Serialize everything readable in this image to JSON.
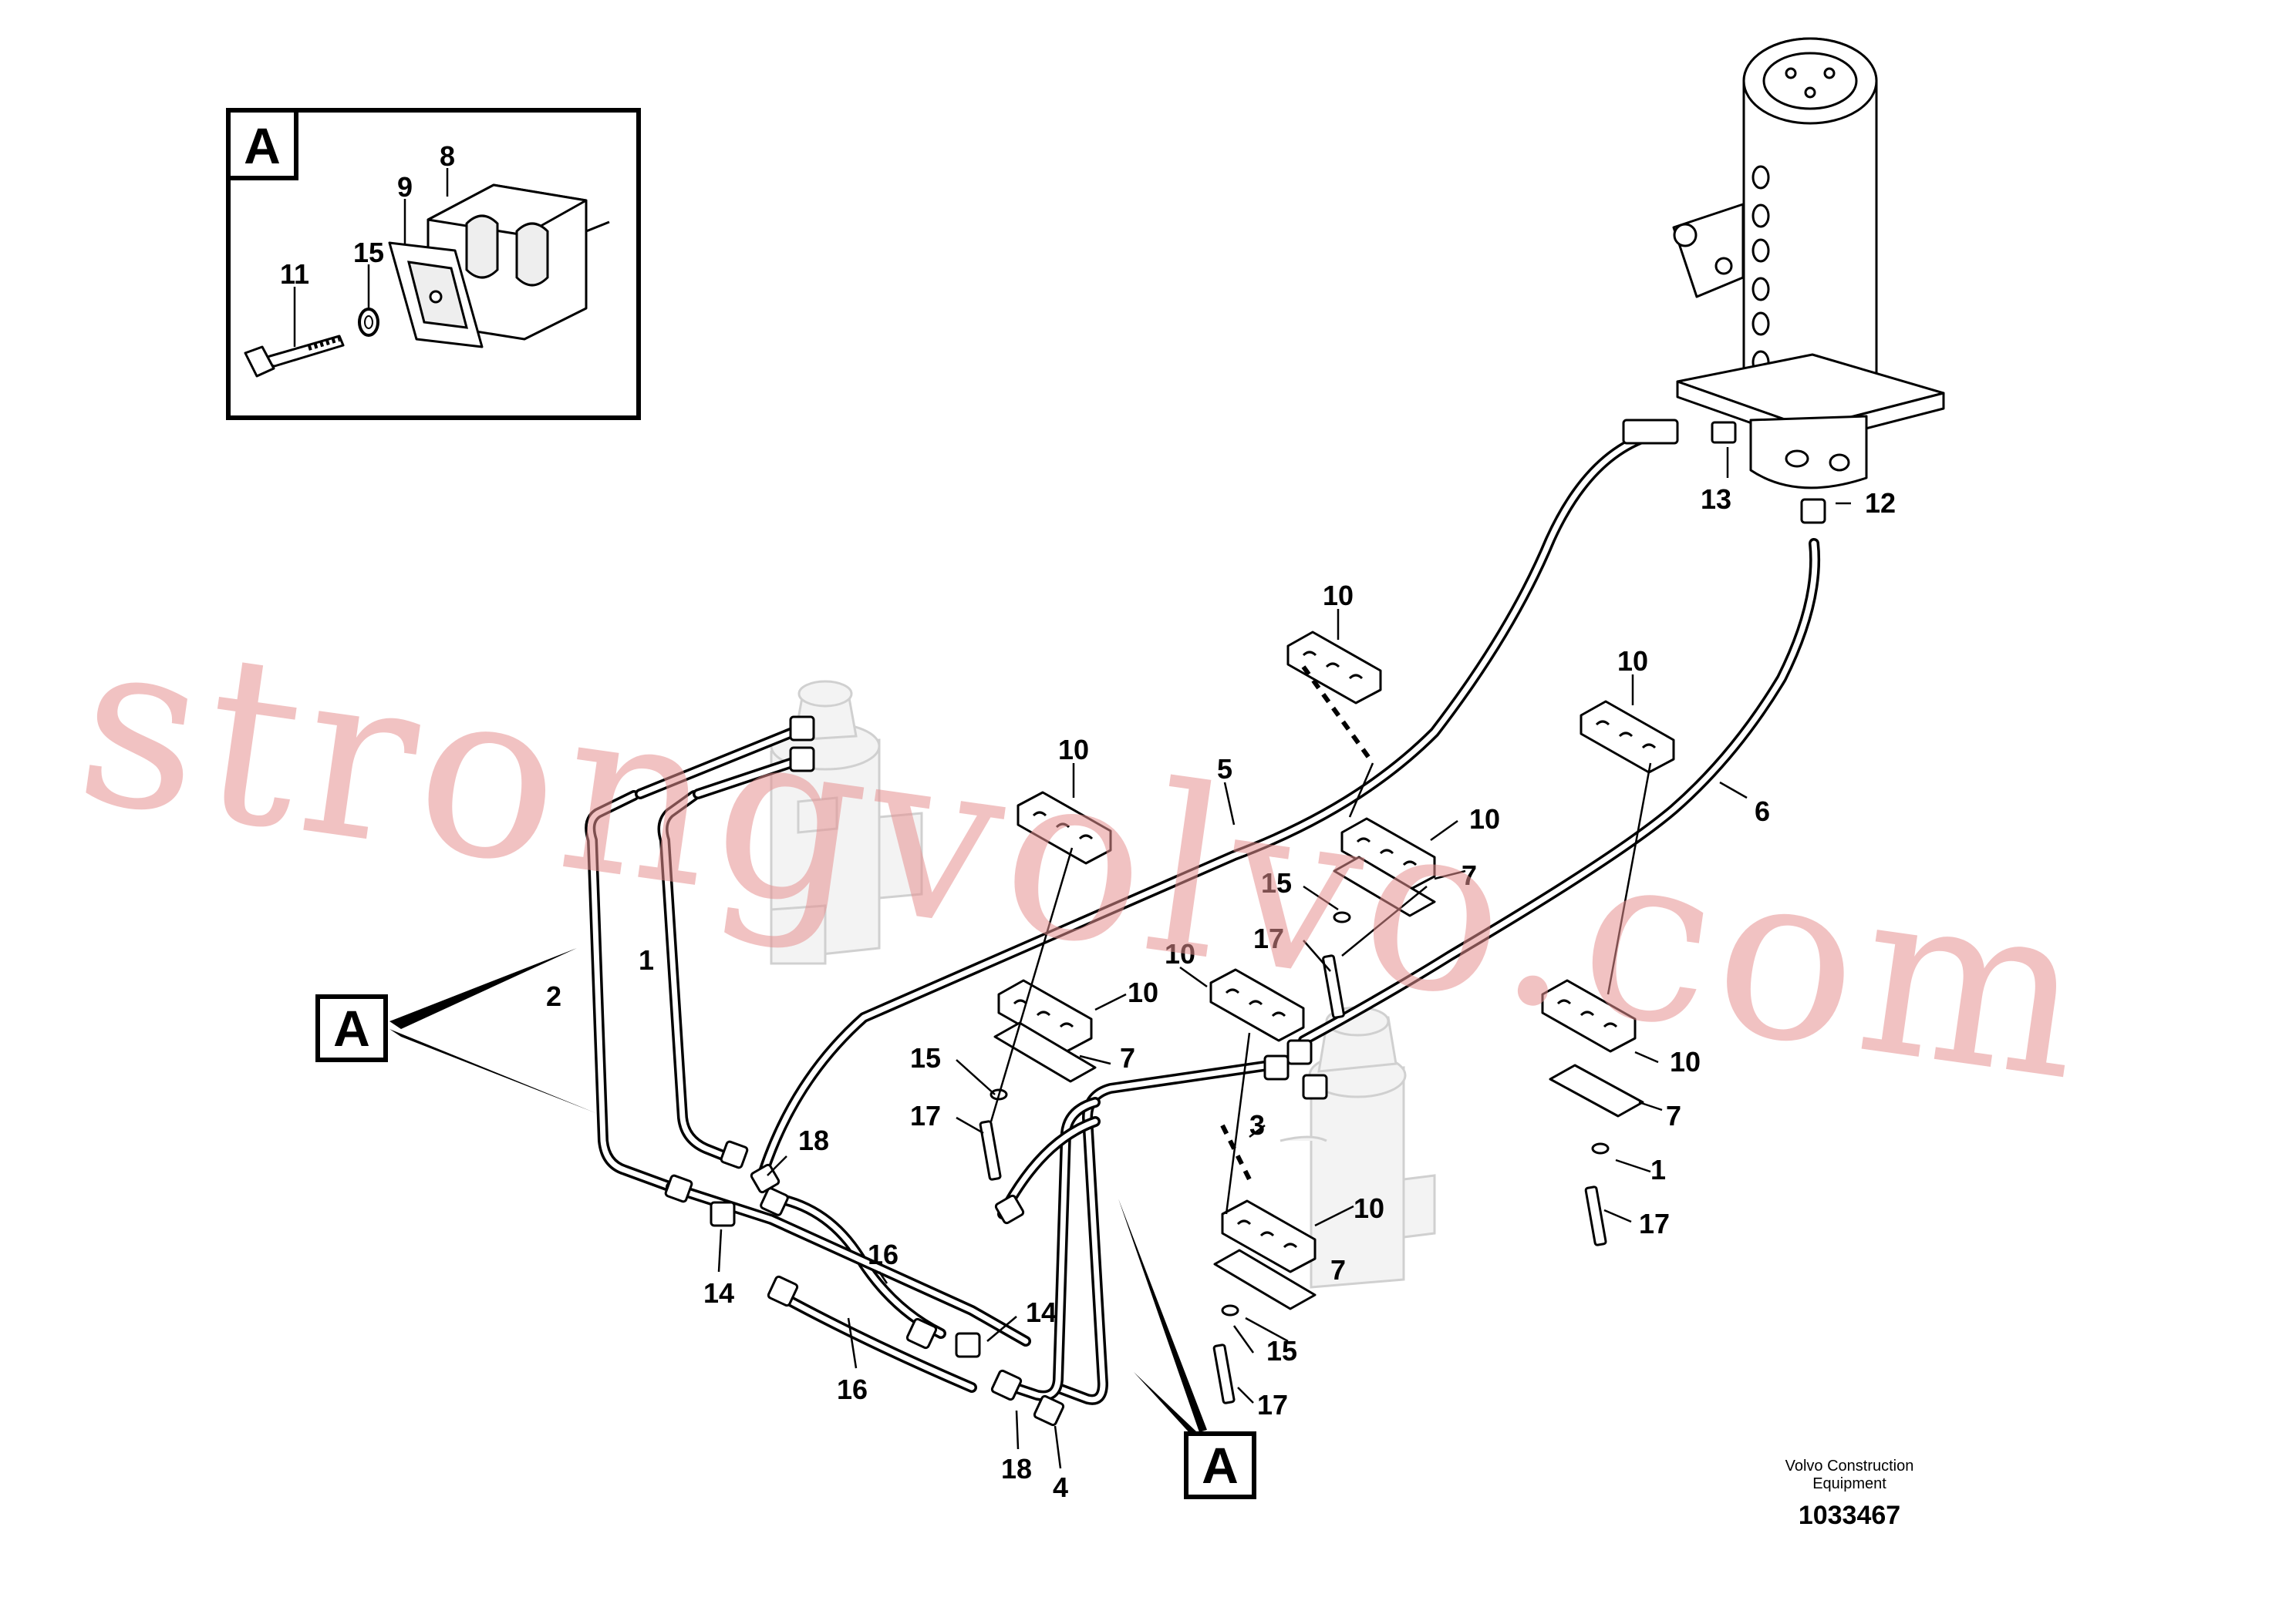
{
  "watermark": "strongvolvo.com",
  "detail_view": {
    "letter": "A"
  },
  "view_callouts": [
    "A",
    "A"
  ],
  "labels": {
    "inset_8": "8",
    "inset_9": "9",
    "inset_15": "15",
    "inset_11": "11",
    "p13": "13",
    "p12": "12",
    "p10_top": "10",
    "p10_right_top": "10",
    "p10_left": "10",
    "p10_mid": "10",
    "p10_center": "10",
    "p10_center2": "10",
    "p10_right": "10",
    "p10_lower": "10",
    "p5": "5",
    "p6": "6",
    "p15_a": "15",
    "p17_a": "17",
    "p7_a": "7",
    "p15_b": "15",
    "p17_b": "17",
    "p7_b": "7",
    "p1": "1",
    "p2": "2",
    "p18_a": "18",
    "p3": "3",
    "p7_c": "7",
    "p1_c": "1",
    "p17_c": "17",
    "p16_a": "16",
    "p14_a": "14",
    "p14_b": "14",
    "p16_b": "16",
    "p15_c": "15",
    "p7_d": "7",
    "p17_d": "17",
    "p18_b": "18",
    "p4": "4"
  },
  "credit": {
    "line1": "Volvo Construction",
    "line2": "Equipment",
    "doc_number": "1033467"
  }
}
